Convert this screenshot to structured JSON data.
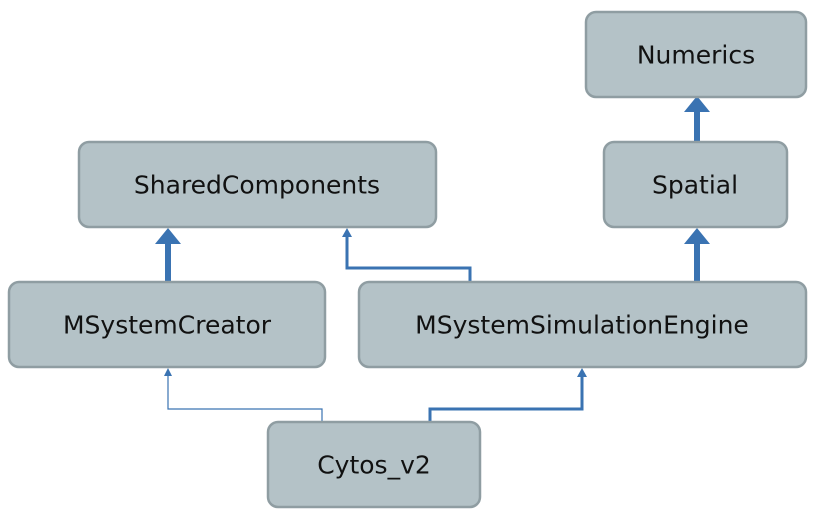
{
  "nodes": {
    "numerics": "Numerics",
    "spatial": "Spatial",
    "shared_components": "SharedComponents",
    "msystem_creator": "MSystemCreator",
    "msystem_simulation_engine": "MSystemSimulationEngine",
    "cytos_v2": "Cytos_v2"
  },
  "colors": {
    "node_fill": "#b4c2c7",
    "node_border": "#8f9da2",
    "edge": "#3a73b2"
  },
  "edges": [
    {
      "from": "Spatial",
      "to": "Numerics",
      "weight": "thick"
    },
    {
      "from": "MSystemSimulationEngine",
      "to": "Spatial",
      "weight": "thick"
    },
    {
      "from": "MSystemCreator",
      "to": "SharedComponents",
      "weight": "thick"
    },
    {
      "from": "MSystemSimulationEngine",
      "to": "SharedComponents",
      "weight": "medium"
    },
    {
      "from": "Cytos_v2",
      "to": "MSystemCreator",
      "weight": "thin"
    },
    {
      "from": "Cytos_v2",
      "to": "MSystemSimulationEngine",
      "weight": "medium"
    }
  ]
}
